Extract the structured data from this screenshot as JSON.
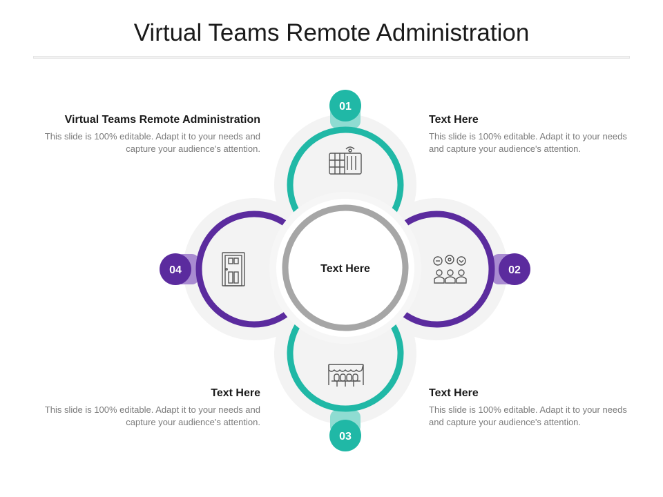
{
  "title": "Virtual Teams Remote Administration",
  "center_label": "Text Here",
  "colors": {
    "teal": "#20b8a6",
    "purple": "#5b2b9e",
    "gray_ring": "#a6a6a6",
    "bg_circle": "#f3f3f3"
  },
  "items": [
    {
      "number": "01",
      "icon": "keyboard-network-icon",
      "heading": "Text Here",
      "body": "This slide is 100% editable. Adapt it to your needs and capture your audience's attention."
    },
    {
      "number": "02",
      "icon": "team-chat-icon",
      "heading": "Text Here",
      "body": "This slide is 100% editable. Adapt it to your needs and capture your audience's attention."
    },
    {
      "number": "03",
      "icon": "conference-table-icon",
      "heading": "Text Here",
      "body": "This slide is 100% editable. Adapt it to your needs and capture your audience's attention."
    },
    {
      "number": "04",
      "icon": "door-icon",
      "heading": "Virtual Teams Remote Administration",
      "body": "This slide is 100% editable. Adapt it to your needs and capture your audience's attention."
    }
  ],
  "text_blocks": {
    "top_left": {
      "heading": "Virtual Teams Remote Administration",
      "body": "This slide is 100% editable. Adapt it to your needs and capture your audience's attention."
    },
    "top_right": {
      "heading": "Text Here",
      "body": "This slide is 100% editable. Adapt it to your needs and capture your audience's attention."
    },
    "bottom_left": {
      "heading": "Text Here",
      "body": "This slide is 100% editable. Adapt it to your needs and capture your audience's attention."
    },
    "bottom_right": {
      "heading": "Text Here",
      "body": "This slide is 100% editable. Adapt it to your needs and capture your audience's attention."
    }
  }
}
